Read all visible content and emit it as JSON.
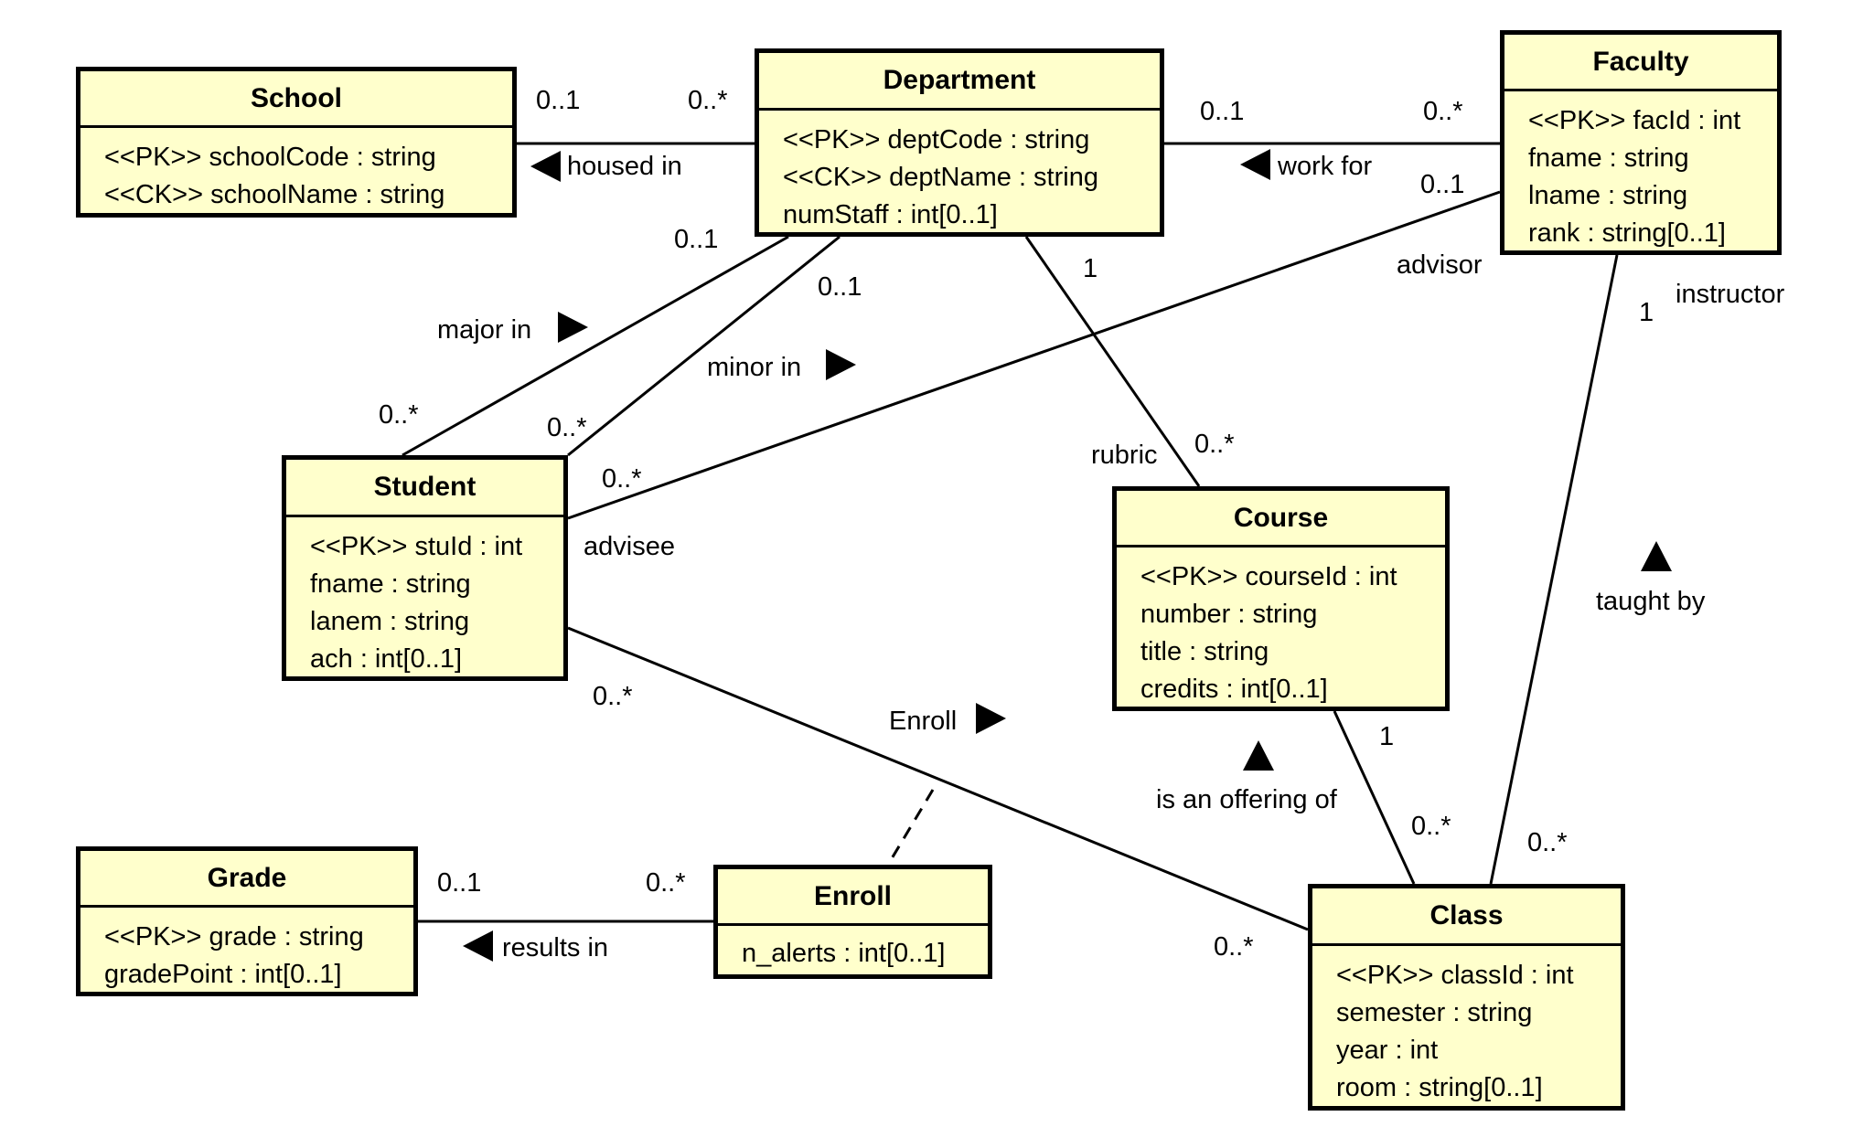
{
  "classes": {
    "school": {
      "name": "School",
      "attrs": [
        "<<PK>> schoolCode : string",
        "<<CK>> schoolName : string"
      ]
    },
    "department": {
      "name": "Department",
      "attrs": [
        "<<PK>> deptCode : string",
        "<<CK>> deptName : string",
        "numStaff : int[0..1]"
      ]
    },
    "faculty": {
      "name": "Faculty",
      "attrs": [
        "<<PK>> facId : int",
        "fname : string",
        "lname : string",
        "rank : string[0..1]"
      ]
    },
    "student": {
      "name": "Student",
      "attrs": [
        "<<PK>> stuId : int",
        "fname : string",
        "lanem : string",
        "ach : int[0..1]"
      ]
    },
    "course": {
      "name": "Course",
      "attrs": [
        "<<PK>> courseId : int",
        "number : string",
        "title : string",
        "credits : int[0..1]"
      ]
    },
    "grade": {
      "name": "Grade",
      "attrs": [
        "<<PK>> grade : string",
        "gradePoint : int[0..1]"
      ]
    },
    "enroll": {
      "name": "Enroll",
      "attrs": [
        "n_alerts : int[0..1]"
      ]
    },
    "class": {
      "name": "Class",
      "attrs": [
        "<<PK>> classId : int",
        "semester : string",
        "year : int",
        "room : string[0..1]"
      ]
    }
  },
  "associations": {
    "housed_in": {
      "label": "housed in",
      "direction": "left",
      "from": "Department",
      "to": "School",
      "mult_school": "0..1",
      "mult_department": "0..*"
    },
    "work_for": {
      "label": "work for",
      "direction": "left",
      "from": "Faculty",
      "to": "Department",
      "mult_department": "0..1",
      "mult_faculty": "0..*"
    },
    "major_in": {
      "label": "major in",
      "direction": "right",
      "from": "Student",
      "to": "Department",
      "mult_department": "0..1",
      "mult_student": "0..*"
    },
    "minor_in": {
      "label": "minor in",
      "direction": "right",
      "from": "Student",
      "to": "Department",
      "mult_department": "0..1",
      "mult_student": "0..*"
    },
    "advising": {
      "role_faculty": "advisor",
      "role_student": "advisee",
      "mult_faculty": "0..1",
      "mult_student": "0..*"
    },
    "rubric": {
      "role": "rubric",
      "mult_department": "1",
      "mult_course": "0..*"
    },
    "taught_by": {
      "label": "taught by",
      "direction": "up",
      "role": "instructor",
      "mult_faculty": "1",
      "mult_class": "0..*"
    },
    "offering": {
      "label": "is an offering of",
      "direction": "up",
      "mult_course": "1",
      "mult_class": "0..*"
    },
    "enroll": {
      "label": "Enroll",
      "direction": "right",
      "mult_student": "0..*",
      "mult_class": "0..*",
      "association_class": "Enroll"
    },
    "results_in": {
      "label": "results in",
      "direction": "left",
      "mult_grade": "0..1",
      "mult_enroll": "0..*"
    }
  },
  "colors": {
    "class_fill": "#ffffcc",
    "stroke": "#000000",
    "background": "#ffffff"
  }
}
